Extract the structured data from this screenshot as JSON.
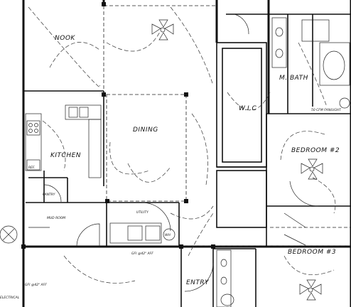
{
  "rooms": {
    "nook": "NOOK",
    "kitchen": "KITCHEN",
    "dining": "DINING",
    "pantry": "PANTRY",
    "mud_room": "MUD ROOM",
    "utility": "UTILITY",
    "wic": "W.I.C",
    "m_bath": "M. BATH",
    "bedroom2": "BEDROOM #2",
    "bedroom3": "BEDROOM #3",
    "entry": "ENTRY"
  },
  "notes": {
    "ref": "REF.",
    "gfi_42_left": "GFI @42\" AFF",
    "gfi_42_mid": "GFI @42\" AFF",
    "exhaust_fan": "50 CFM FAN/LIGHT",
    "wh": "WH",
    "electrical": "ELECTRICAL"
  },
  "colors": {
    "ink": "#111111",
    "paper": "#ffffff"
  }
}
